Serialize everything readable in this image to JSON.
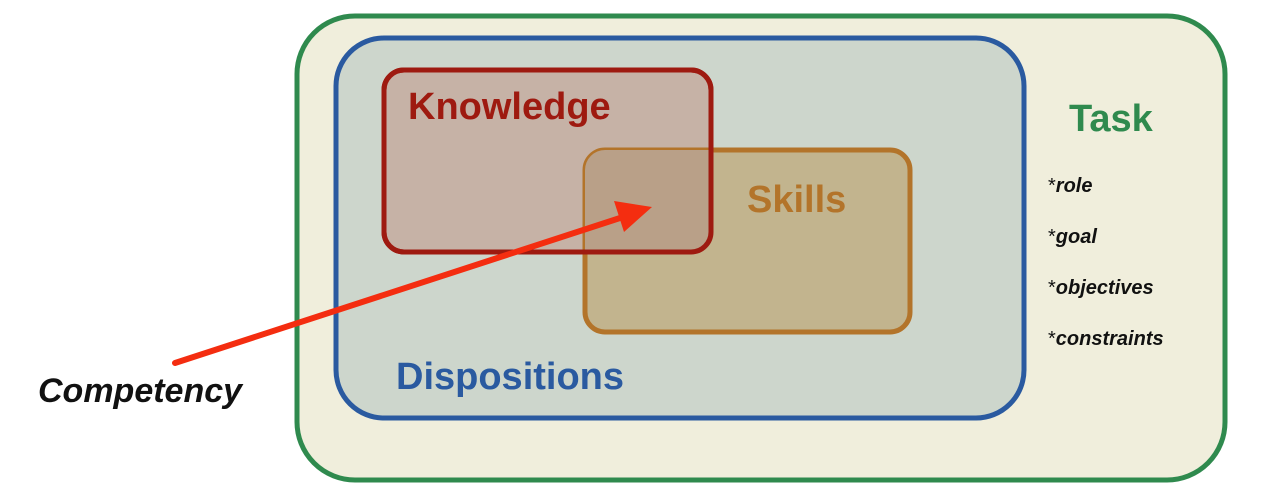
{
  "diagram": {
    "task": {
      "label": "Task",
      "items": [
        "role",
        "goal",
        "objectives",
        "constraints"
      ],
      "bullet": "*",
      "color": "#2f8a4e",
      "fill": "#f0eedc"
    },
    "dispositions": {
      "label": "Dispositions",
      "color": "#2a5aa0",
      "fill": "#cdd6cc"
    },
    "knowledge": {
      "label": "Knowledge",
      "color": "#9e1a10",
      "fill": "#c6b2a6"
    },
    "skills": {
      "label": "Skills",
      "color": "#b3742a",
      "fill": "#c2b48e"
    },
    "overlap_fill": "#b9a088",
    "competency": {
      "label": "Competency",
      "arrow_color": "#f42d10"
    }
  }
}
